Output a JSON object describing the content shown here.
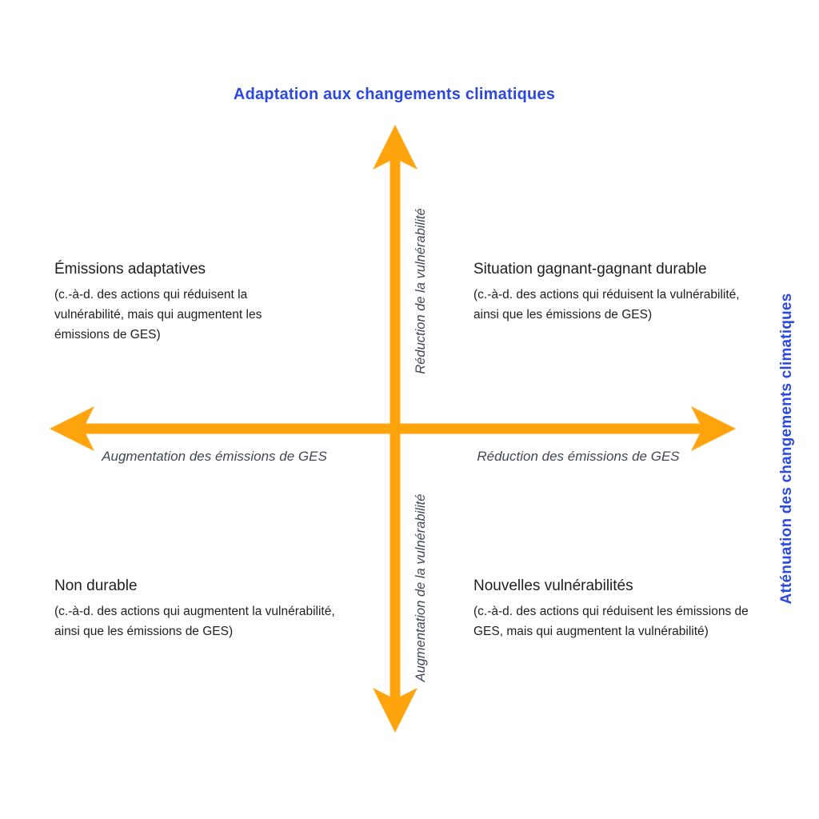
{
  "title": "Adaptation aux changements climatiques",
  "right_axis_title": "Atténuation des changements climatiques",
  "axes": {
    "vertical_top_label": "Réduction de la vulnérabilité",
    "vertical_bottom_label": "Augmentation de la vulnérabilité",
    "horizontal_left_label": "Augmentation des émissions de GES",
    "horizontal_right_label": "Réduction des émissions de GES"
  },
  "quadrants": {
    "top_left": {
      "heading": "Émissions adaptatives",
      "description": "(c.-à-d. des actions qui réduisent la vulnérabilité, mais qui augmentent les émissions de GES)"
    },
    "top_right": {
      "heading": "Situation gagnant-gagnant durable",
      "description": "(c.-à-d. des actions qui réduisent la vulnérabilité, ainsi que les émissions de GES)"
    },
    "bottom_left": {
      "heading": "Non durable",
      "description": "(c.-à-d. des actions qui augmentent la vulnérabilité, ainsi que les émissions de GES)"
    },
    "bottom_right": {
      "heading": "Nouvelles vulnérabilités",
      "description": "(c.-à-d. des actions qui réduisent les émissions de GES, mais qui augmentent la vulnérabilité)"
    }
  },
  "colors": {
    "accent_orange": "#FFA40C",
    "accent_blue": "#2B49E1",
    "label_gray": "#414654",
    "text_dark": "#1E1E1E"
  }
}
